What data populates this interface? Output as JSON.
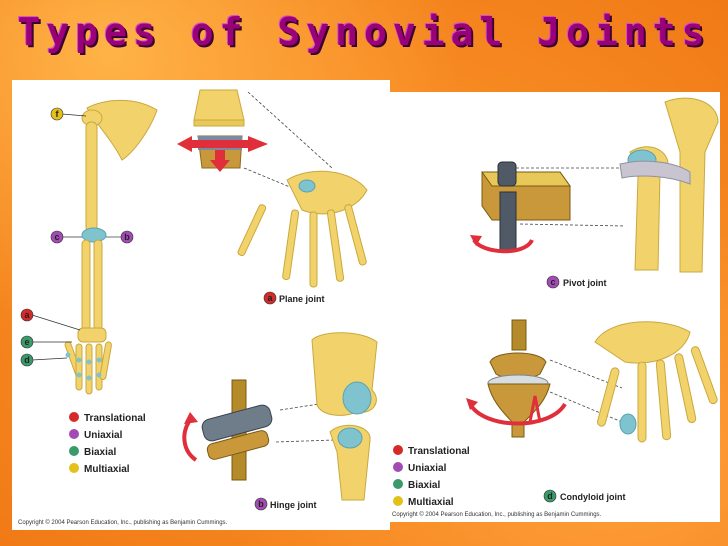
{
  "title": "Types of Synovial Joints",
  "left_panel": {
    "arm_labels": [
      "f",
      "c",
      "b",
      "a",
      "e",
      "d"
    ],
    "plane_joint": {
      "badge": "a",
      "label": "Plane joint"
    },
    "hinge_joint": {
      "badge": "b",
      "label": "Hinge joint"
    },
    "legend": [
      {
        "label": "Translational",
        "color": "#d42a2a"
      },
      {
        "label": "Uniaxial",
        "color": "#a24bb4"
      },
      {
        "label": "Biaxial",
        "color": "#3a9a6a"
      },
      {
        "label": "Multiaxial",
        "color": "#e3c01a"
      }
    ],
    "copyright": "Copyright © 2004 Pearson Education, Inc., publishing as Benjamin Cummings."
  },
  "right_panel": {
    "pivot_joint": {
      "badge": "c",
      "label": "Pivot joint"
    },
    "condyloid_joint": {
      "badge": "d",
      "label": "Condyloid joint"
    },
    "legend": [
      {
        "label": "Translational",
        "color": "#d42a2a"
      },
      {
        "label": "Uniaxial",
        "color": "#a24bb4"
      },
      {
        "label": "Biaxial",
        "color": "#3a9a6a"
      },
      {
        "label": "Multiaxial",
        "color": "#e3c01a"
      }
    ],
    "copyright": "Copyright © 2004 Pearson Education, Inc., publishing as Benjamin Cummings."
  },
  "colors": {
    "bone": "#f2d36b",
    "bone_dark": "#c9a83e",
    "cartilage": "#7fc3cf",
    "arrow": "#e02e3a"
  }
}
